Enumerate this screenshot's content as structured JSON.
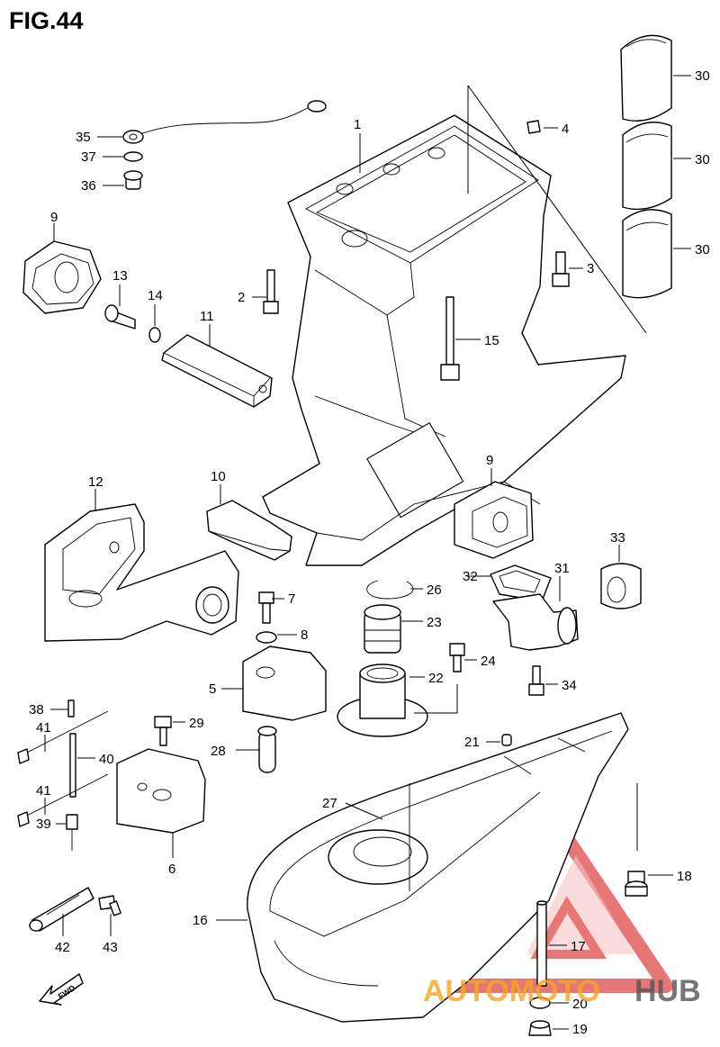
{
  "figure": {
    "title": "FIG.44"
  },
  "callouts": [
    {
      "id": "c1",
      "text": "1"
    },
    {
      "id": "c2",
      "text": "2"
    },
    {
      "id": "c3",
      "text": "3"
    },
    {
      "id": "c4",
      "text": "4"
    },
    {
      "id": "c5",
      "text": "5"
    },
    {
      "id": "c6",
      "text": "6"
    },
    {
      "id": "c7",
      "text": "7"
    },
    {
      "id": "c8",
      "text": "8"
    },
    {
      "id": "c9a",
      "text": "9"
    },
    {
      "id": "c9b",
      "text": "9"
    },
    {
      "id": "c10",
      "text": "10"
    },
    {
      "id": "c11",
      "text": "11"
    },
    {
      "id": "c12",
      "text": "12"
    },
    {
      "id": "c13",
      "text": "13"
    },
    {
      "id": "c14",
      "text": "14"
    },
    {
      "id": "c15",
      "text": "15"
    },
    {
      "id": "c16",
      "text": "16"
    },
    {
      "id": "c17",
      "text": "17"
    },
    {
      "id": "c18",
      "text": "18"
    },
    {
      "id": "c19",
      "text": "19"
    },
    {
      "id": "c20",
      "text": "20"
    },
    {
      "id": "c21",
      "text": "21"
    },
    {
      "id": "c22",
      "text": "22"
    },
    {
      "id": "c23",
      "text": "23"
    },
    {
      "id": "c24",
      "text": "24"
    },
    {
      "id": "c26",
      "text": "26"
    },
    {
      "id": "c27",
      "text": "27"
    },
    {
      "id": "c28",
      "text": "28"
    },
    {
      "id": "c29",
      "text": "29"
    },
    {
      "id": "c30a",
      "text": "30"
    },
    {
      "id": "c30b",
      "text": "30"
    },
    {
      "id": "c30c",
      "text": "30"
    },
    {
      "id": "c31",
      "text": "31"
    },
    {
      "id": "c32",
      "text": "32"
    },
    {
      "id": "c33",
      "text": "33"
    },
    {
      "id": "c34",
      "text": "34"
    },
    {
      "id": "c35",
      "text": "35"
    },
    {
      "id": "c36",
      "text": "36"
    },
    {
      "id": "c37",
      "text": "37"
    },
    {
      "id": "c38",
      "text": "38"
    },
    {
      "id": "c39",
      "text": "39"
    },
    {
      "id": "c40",
      "text": "40"
    },
    {
      "id": "c41a",
      "text": "41"
    },
    {
      "id": "c41b",
      "text": "41"
    },
    {
      "id": "c42",
      "text": "42"
    },
    {
      "id": "c43",
      "text": "43"
    }
  ],
  "fwd_arrow": {
    "label": "FWD"
  },
  "watermark": {
    "brand_left": "AUTOMOTO",
    "brand_right": "HUB",
    "color_primary": "#f5a623",
    "color_secondary": "#e04a4a",
    "color_dark": "#555555"
  },
  "colors": {
    "line": "#000000",
    "background": "#ffffff"
  }
}
